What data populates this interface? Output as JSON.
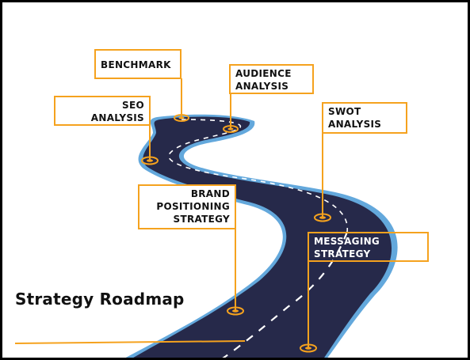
{
  "title": "Strategy Roadmap",
  "colors": {
    "road": "#26294a",
    "road_edge": "#63a8dc",
    "accent": "#f5a21e",
    "dash": "#ffffff"
  },
  "milestones": [
    {
      "id": "benchmark",
      "label": "BENCHMARK"
    },
    {
      "id": "seo",
      "label": "SEO\nANALYSIS"
    },
    {
      "id": "audience",
      "label": "AUDIENCE\nANALYSIS"
    },
    {
      "id": "swot",
      "label": "SWOT\nANALYSIS"
    },
    {
      "id": "brand",
      "label": "BRAND\nPOSITIONING\nSTRATEGY"
    },
    {
      "id": "messaging",
      "label": "MESSAGING\nSTRATEGY"
    }
  ]
}
